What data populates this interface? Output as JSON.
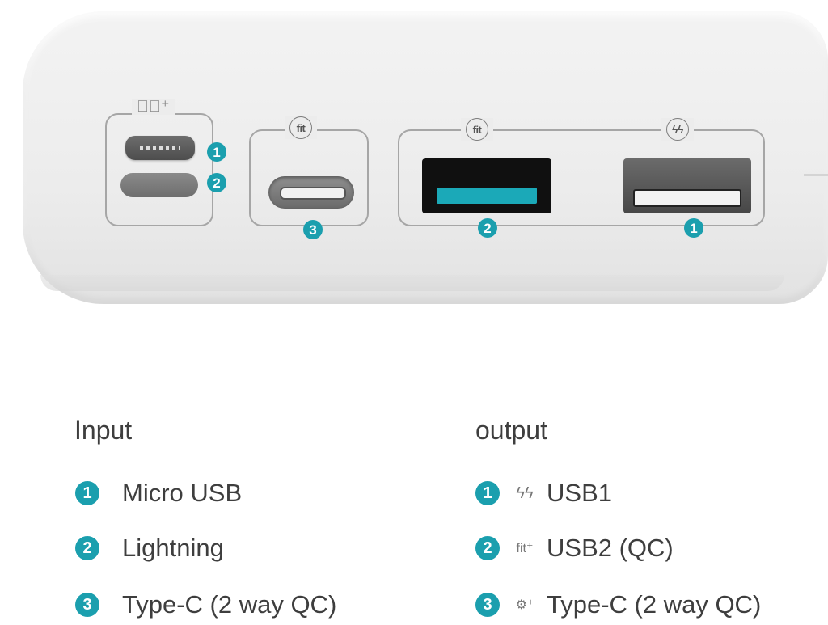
{
  "product": {
    "port_badges": {
      "micro": "1",
      "lightning": "2",
      "typec": "3",
      "usb_teal": "2",
      "usb_white": "1"
    },
    "fit_label": "fit"
  },
  "legend": {
    "input": {
      "title": "Input",
      "items": [
        {
          "num": "1",
          "label": "Micro USB"
        },
        {
          "num": "2",
          "label": "Lightning"
        },
        {
          "num": "3",
          "label": "Type-C (2 way QC)"
        }
      ]
    },
    "output": {
      "title": "output",
      "items": [
        {
          "num": "1",
          "icon": "quick-charge-icon",
          "label": "USB1"
        },
        {
          "num": "2",
          "icon": "fit-icon",
          "label": "USB2 (QC)"
        },
        {
          "num": "3",
          "icon": "fit-charge-icon",
          "label": "Type-C (2 way QC)"
        }
      ]
    }
  },
  "colors": {
    "accent": "#1b9fae",
    "device": "#ececec",
    "outline": "#a6a6a6"
  }
}
